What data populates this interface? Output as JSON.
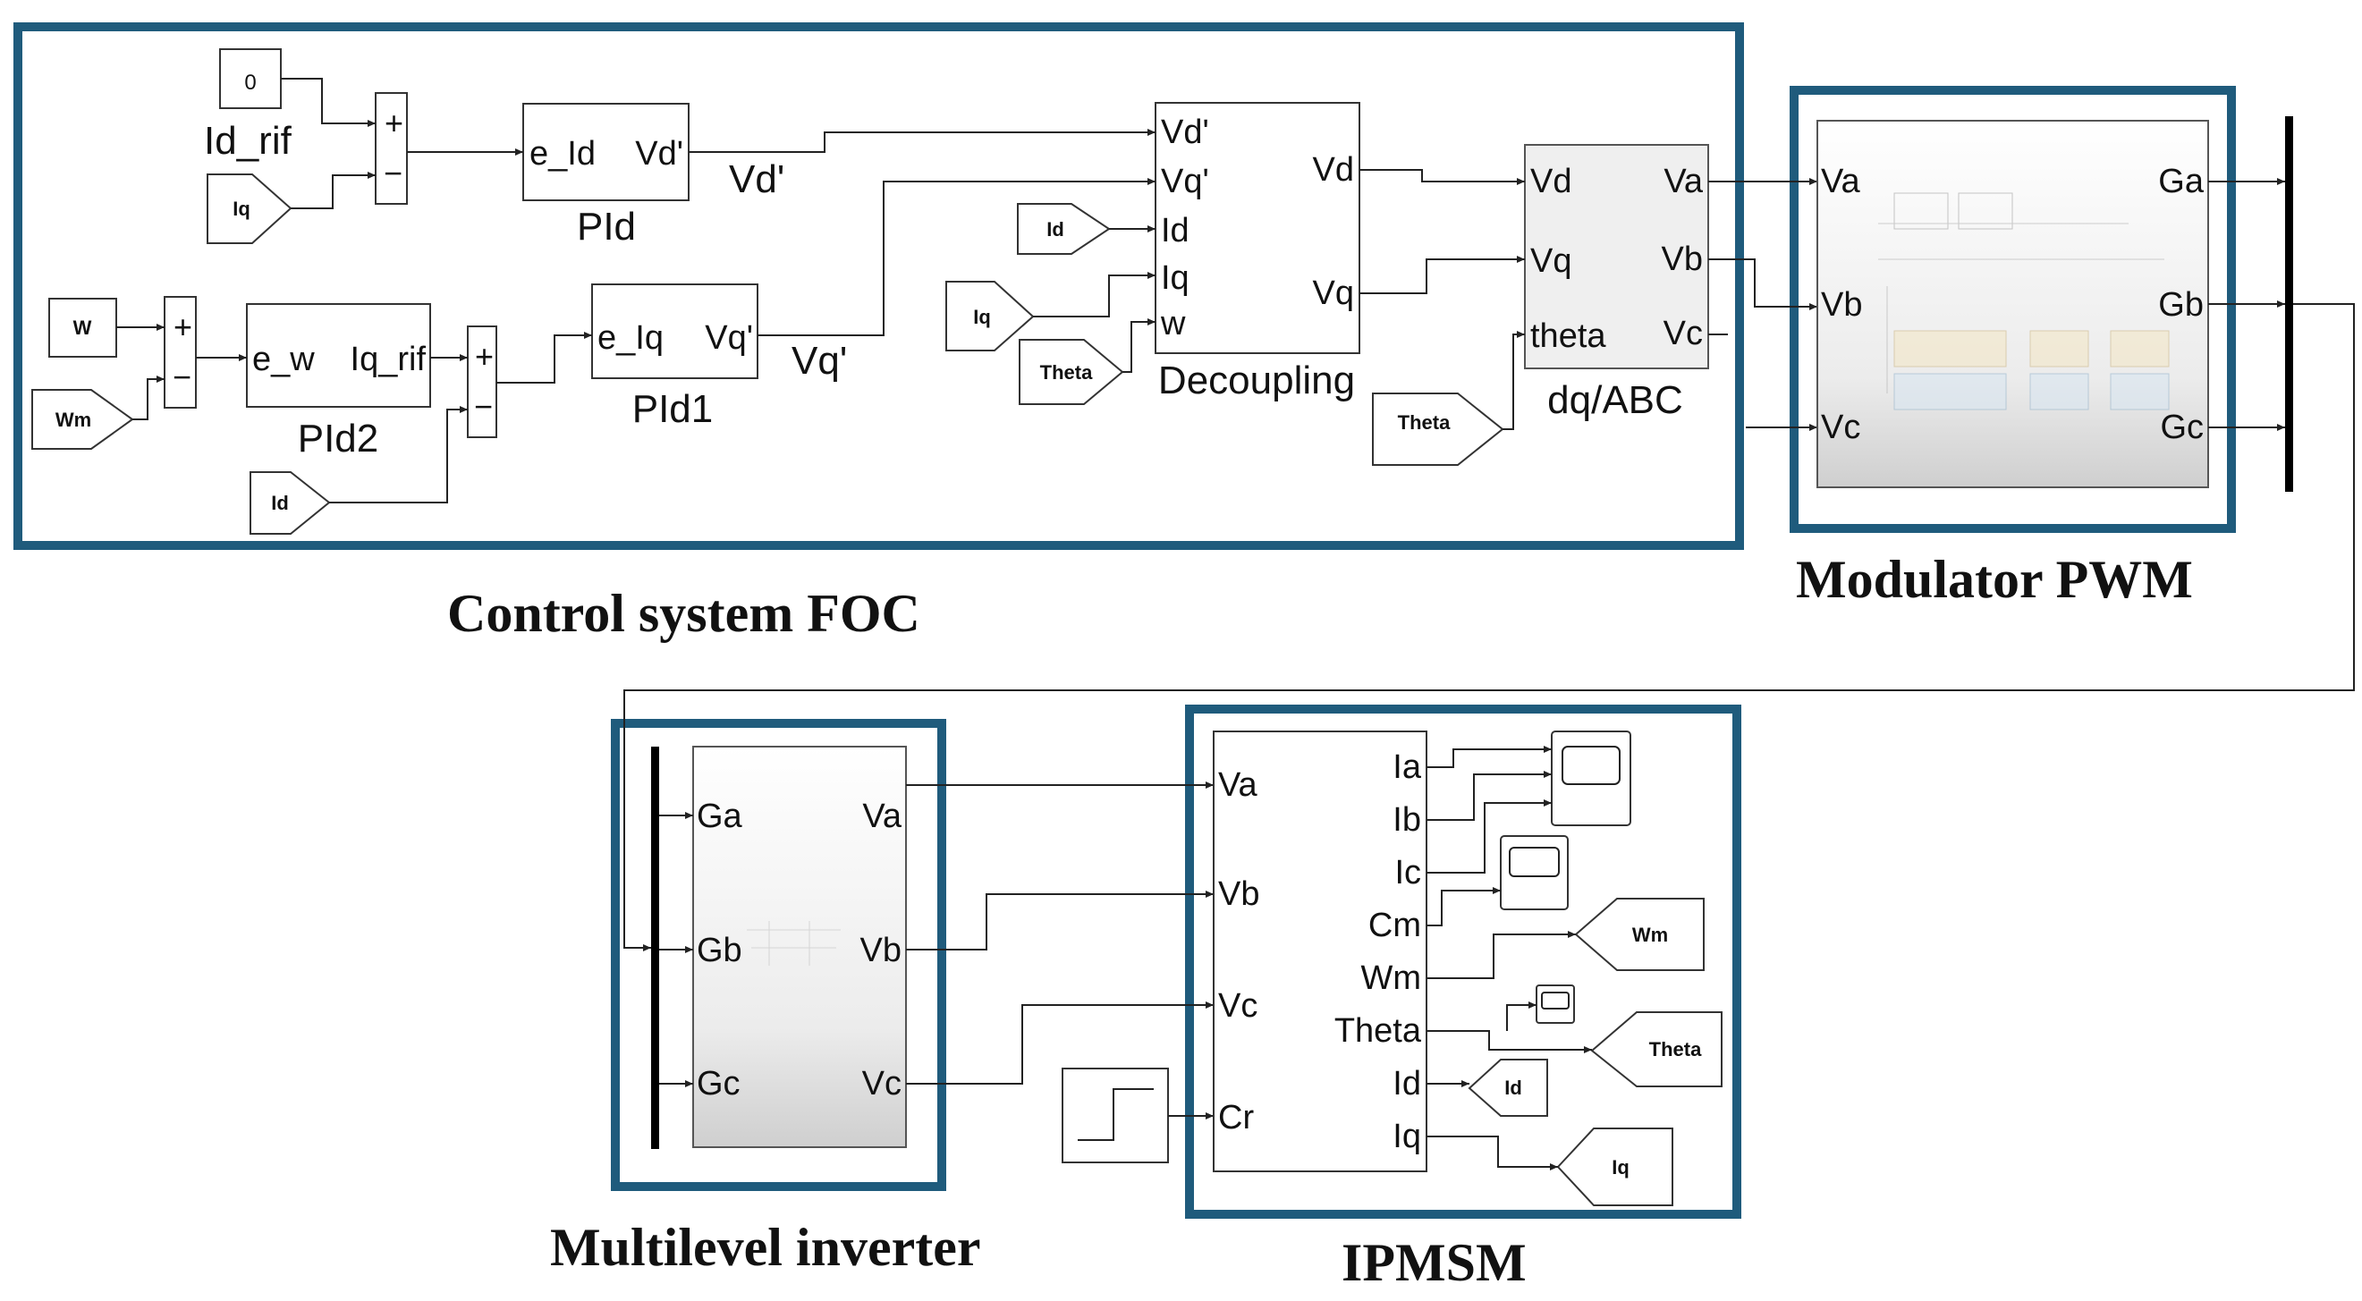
{
  "labels": {
    "foc": "Control system FOC",
    "pwm": "Modulator PWM",
    "inverter": "Multilevel inverter",
    "ipmsm": "IPMSM"
  },
  "foc": {
    "const_value": "0",
    "id_rif": "Id_rif",
    "vd_prime": "Vd'",
    "vq_prime": "Vq'",
    "tags": {
      "iq1": "Iq",
      "w": "W",
      "wm": "Wm",
      "id1": "Id",
      "id2": "Id",
      "iq2": "Iq",
      "theta1": "Theta",
      "theta2": "Theta"
    },
    "sum_signs": {
      "plus": "+",
      "minus": "−"
    },
    "pid": {
      "name": "PId",
      "in": "e_Id",
      "out": "Vd'"
    },
    "pid1": {
      "name": "PId1",
      "in": "e_Iq",
      "out": "Vq'"
    },
    "pid2": {
      "name": "PId2",
      "in": "e_w",
      "out": "Iq_rif"
    },
    "decoupling": {
      "name": "Decoupling",
      "inputs": [
        "Vd'",
        "Vq'",
        "Id",
        "Iq",
        "w"
      ],
      "outputs": [
        "Vd",
        "Vq"
      ]
    },
    "dqabc": {
      "name": "dq/ABC",
      "inputs": [
        "Vd",
        "Vq",
        "theta"
      ],
      "outputs": [
        "Va",
        "Vb",
        "Vc"
      ]
    }
  },
  "pwm": {
    "inputs": [
      "Va",
      "Vb",
      "Vc"
    ],
    "outputs": [
      "Ga",
      "Gb",
      "Gc"
    ]
  },
  "inverter": {
    "inputs": [
      "Ga",
      "Gb",
      "Gc"
    ],
    "outputs": [
      "Va",
      "Vb",
      "Vc"
    ]
  },
  "ipmsm": {
    "inputs": [
      "Va",
      "Vb",
      "Vc",
      "Cr"
    ],
    "outputs": [
      "Ia",
      "Ib",
      "Ic",
      "Cm",
      "Wm",
      "Theta",
      "Id",
      "Iq"
    ],
    "tags": {
      "wm": "Wm",
      "theta": "Theta",
      "id": "Id",
      "iq": "Iq"
    }
  }
}
